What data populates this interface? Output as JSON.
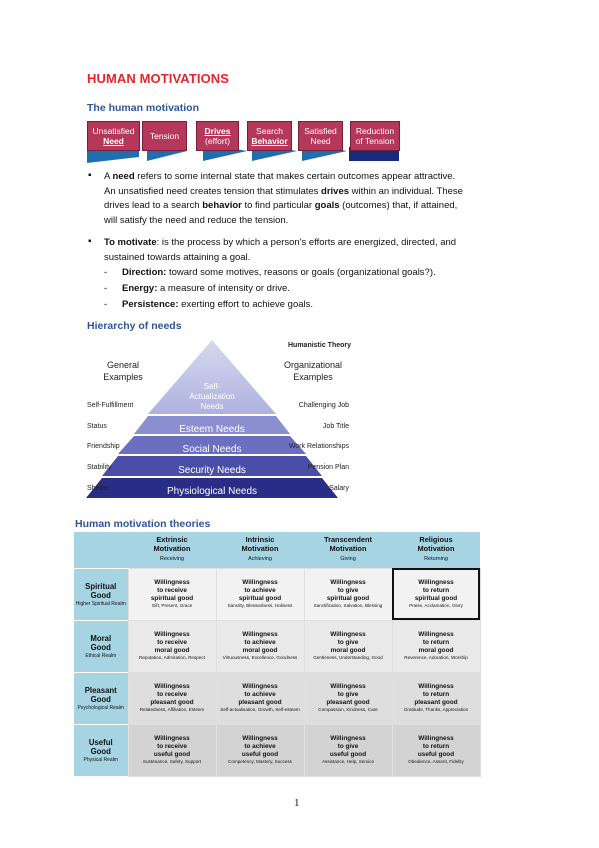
{
  "title": "HUMAN MOTIVATIONS",
  "section1": "The human motivation",
  "chain": [
    {
      "l1": "Unsatisfied",
      "l2": "Need",
      "u2": true
    },
    {
      "l1": "Tension",
      "l2": "",
      "u2": false
    },
    {
      "l1": "Drives",
      "l2": "(effort)",
      "u1": true
    },
    {
      "l1": "Search",
      "l2": "Behavior",
      "u2": true
    },
    {
      "l1": "Satisfied",
      "l2": "Need",
      "u2": false
    },
    {
      "l1": "Reduction",
      "l2": "of Tension",
      "u2": false
    }
  ],
  "bullet1": {
    "l1a": "A ",
    "l1b": "need",
    "l1c": " refers to some internal state that makes certain outcomes appear attractive.",
    "l2": "An unsatisfied need creates tension that stimulates ",
    "l2b": "drives",
    "l2c": " within an individual. These",
    "l3a": "drives lead to a search ",
    "l3b": "behavior",
    "l3c": " to find particular ",
    "l3d": "goals",
    "l3e": " (outcomes) that, if attained,",
    "l4": "will satisfy the need and reduce the tension."
  },
  "bullet2": {
    "l1a": "To motivate",
    "l1b": ": is the process by which a person's efforts are energized, directed, and",
    "l2": "sustained towards attaining a goal."
  },
  "subs": [
    {
      "b": "Direction:",
      "t": " toward some motives, reasons or goals (organizational goals?)."
    },
    {
      "b": "Energy:",
      "t": " a measure of intensity or drive."
    },
    {
      "b": "Persistence:",
      "t": " exerting effort to achieve goals."
    }
  ],
  "section2": "Hierarchy of needs",
  "pyramid": {
    "theory": "Humanistic Theory",
    "left_head": [
      "General",
      "Examples"
    ],
    "right_head": [
      "Organizational",
      "Examples"
    ],
    "levels": [
      "Self-",
      "Actualization",
      "Needs",
      "Esteem Needs",
      "Social Needs",
      "Security Needs",
      "Physiological Needs"
    ],
    "left": [
      "Self-Fulfillment",
      "Status",
      "Friendship",
      "Stability",
      "Shelter"
    ],
    "right": [
      "Challenging Job",
      "Job Title",
      "Work Relationships",
      "Pension Plan",
      "Salary"
    ]
  },
  "section3": "Human motivation theories",
  "table": {
    "cols": [
      {
        "t1": "Extrinsic",
        "t2": "Motivation",
        "s": "Receiving"
      },
      {
        "t1": "Intrinsic",
        "t2": "Motivation",
        "s": "Achieving"
      },
      {
        "t1": "Transcendent",
        "t2": "Motivation",
        "s": "Giving"
      },
      {
        "t1": "Religious",
        "t2": "Motivation",
        "s": "Returning"
      }
    ],
    "rows": [
      {
        "h1": "Spiritual",
        "h2": "Good",
        "s": "Higher Spiritual Realm",
        "cells": [
          {
            "a": "Willingness",
            "b": "to receive",
            "c": "spiritual good",
            "d": "Gift, Present, Grace"
          },
          {
            "a": "Willingness",
            "b": "to achieve",
            "c": "spiritual good",
            "d": "Sanctity, Blessedness, Holiness"
          },
          {
            "a": "Willingness",
            "b": "to give",
            "c": "spiritual good",
            "d": "Sanctification, Salvation, Blessing"
          },
          {
            "a": "Willingness",
            "b": "to return",
            "c": "spiritual good",
            "d": "Praise, Acclamation, Glory"
          }
        ]
      },
      {
        "h1": "Moral",
        "h2": "Good",
        "s": "Ethical Realm",
        "cells": [
          {
            "a": "Willingness",
            "b": "to receive",
            "c": "moral good",
            "d": "Reputation, Admiration, Respect"
          },
          {
            "a": "Willingness",
            "b": "to achieve",
            "c": "moral good",
            "d": "Virtuousness, Excellence, Goodness"
          },
          {
            "a": "Willingness",
            "b": "to give",
            "c": "moral good",
            "d": "Gentleness, Understanding, Good"
          },
          {
            "a": "Willingness",
            "b": "to return",
            "c": "moral good",
            "d": "Reverence, Adoration, Worship"
          }
        ]
      },
      {
        "h1": "Pleasant",
        "h2": "Good",
        "s": "Psychological Realm",
        "cells": [
          {
            "a": "Willingness",
            "b": "to receive",
            "c": "pleasant good",
            "d": "Relatedness, Affiliation, Esteem"
          },
          {
            "a": "Willingness",
            "b": "to achieve",
            "c": "pleasant good",
            "d": "Self-actualisation, Growth, Self-esteem"
          },
          {
            "a": "Willingness",
            "b": "to give",
            "c": "pleasant good",
            "d": "Compassion, Kindness, Care"
          },
          {
            "a": "Willingness",
            "b": "to return",
            "c": "pleasant good",
            "d": "Gratitude, Thanks, Appreciation"
          }
        ]
      },
      {
        "h1": "Useful",
        "h2": "Good",
        "s": "Physical Realm",
        "cells": [
          {
            "a": "Willingness",
            "b": "to receive",
            "c": "useful good",
            "d": "Sustenance, Safety, Support"
          },
          {
            "a": "Willingness",
            "b": "to achieve",
            "c": "useful good",
            "d": "Competency, Mastery, Success"
          },
          {
            "a": "Willingness",
            "b": "to give",
            "c": "useful good",
            "d": "Assistance, Help, Service"
          },
          {
            "a": "Willingness",
            "b": "to return",
            "c": "useful good",
            "d": "Obedience, Assent, Fidelity"
          }
        ]
      }
    ]
  },
  "page_number": "1"
}
